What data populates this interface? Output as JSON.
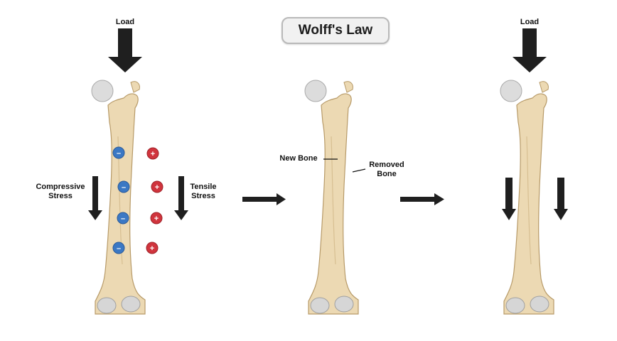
{
  "title": "Wolff's Law",
  "colors": {
    "bone_fill": "#ecd9b3",
    "bone_stroke": "#b79a68",
    "condyle_fill": "#d9d9d9",
    "arrow": "#1f1f1f",
    "negative_charge": "#3b78c4",
    "positive_charge": "#d0343d"
  },
  "panels": [
    {
      "load_label": "Load",
      "compressive_label": "Compressive Stress",
      "tensile_label": "Tensile Stress",
      "negative_charges": [
        "–",
        "–",
        "–",
        "–"
      ],
      "positive_charges": [
        "+",
        "+",
        "+",
        "+"
      ]
    },
    {
      "new_bone_label": "New Bone",
      "removed_bone_label": "Removed Bone"
    },
    {
      "load_label": "Load"
    }
  ],
  "icons": [
    "down-arrow-icon",
    "right-arrow-icon",
    "femur-bone-icon",
    "negative-charge-icon",
    "positive-charge-icon"
  ]
}
